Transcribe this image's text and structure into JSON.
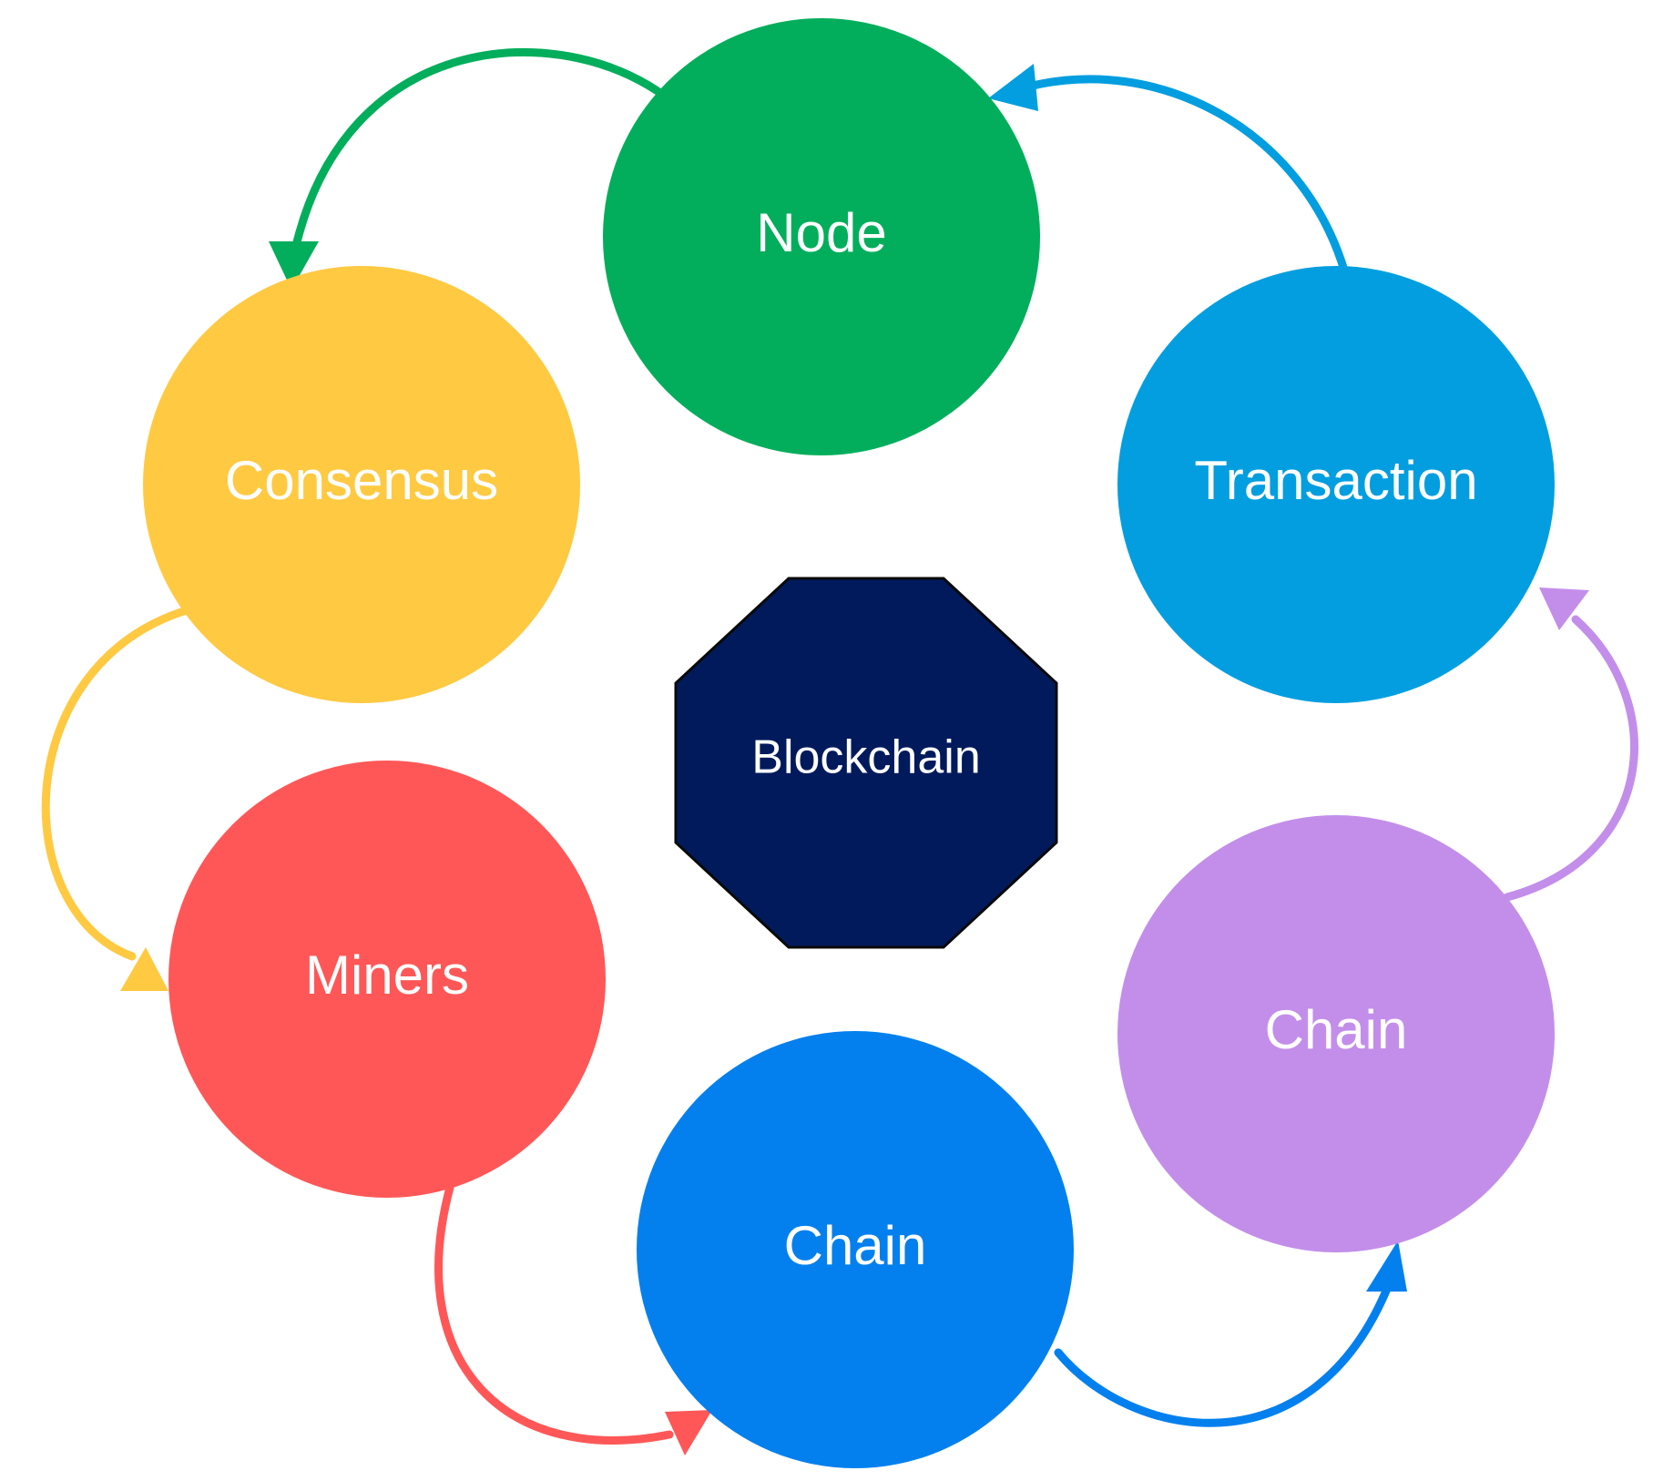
{
  "center": {
    "label": "Blockchain",
    "color": "#001a5c"
  },
  "nodes": [
    {
      "id": "node",
      "label": "Node",
      "color": "#02ae5b"
    },
    {
      "id": "transaction",
      "label": "Transaction",
      "color": "#029ee0"
    },
    {
      "id": "chain-right",
      "label": "Chain",
      "color": "#c38eea"
    },
    {
      "id": "chain-bottom",
      "label": "Chain",
      "color": "#0380ee"
    },
    {
      "id": "miners",
      "label": "Miners",
      "color": "#ff5757"
    },
    {
      "id": "consensus",
      "label": "Consensus",
      "color": "#ffc941"
    }
  ],
  "arrows": [
    {
      "from": "node",
      "to": "consensus",
      "color": "#02ae5b"
    },
    {
      "from": "transaction",
      "to": "node",
      "color": "#029ee0"
    },
    {
      "from": "chain-right",
      "to": "transaction",
      "color": "#c38eea"
    },
    {
      "from": "chain-bottom",
      "to": "chain-right",
      "color": "#0380ee"
    },
    {
      "from": "miners",
      "to": "chain-bottom",
      "color": "#ff5757"
    },
    {
      "from": "consensus",
      "to": "miners",
      "color": "#ffc941"
    }
  ]
}
